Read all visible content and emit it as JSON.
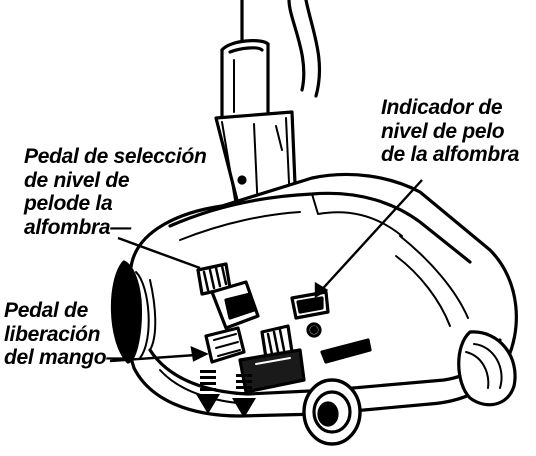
{
  "labels": {
    "pedal_seleccion": {
      "lines": [
        "Pedal de selección",
        "de nivel de",
        "pelode la",
        "alfombra—"
      ]
    },
    "indicador_nivel": {
      "lines": [
        "Indicador de",
        "nivel de pelo",
        "de la alfombra"
      ]
    },
    "pedal_liberacion": {
      "lines": [
        "Pedal de",
        "liberación",
        "del mango—"
      ]
    }
  },
  "colors": {
    "ink": "#000000",
    "paper": "#ffffff",
    "shade": "#1a1a1a"
  }
}
